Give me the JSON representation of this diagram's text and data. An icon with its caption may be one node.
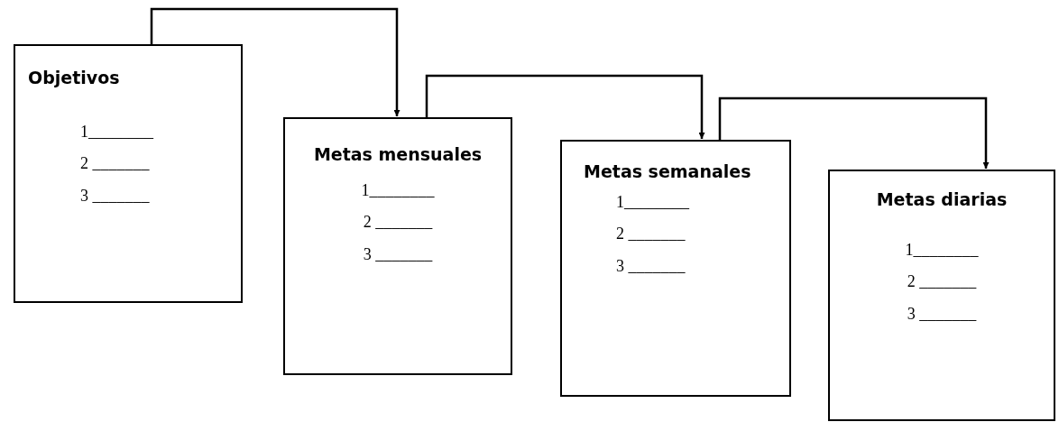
{
  "diagram": {
    "nodes": [
      {
        "text": [
          "Objetivos",
          "1________",
          "2 _______",
          "3 _______"
        ]
      },
      {
        "text": [
          "Metas mensuales",
          "1________",
          "2 _______",
          "3 _______"
        ]
      },
      {
        "text": [
          "Metas semanales",
          "1________",
          "2 _______",
          "3 _______"
        ]
      },
      {
        "text": [
          "Metas diarias",
          "1________",
          "2 _______",
          "3 _______"
        ]
      }
    ],
    "edges": [
      {
        "from": 0,
        "to": 1,
        "arrow": "to"
      },
      {
        "from": 1,
        "to": 2,
        "arrow": "to"
      },
      {
        "from": 2,
        "to": 3,
        "arrow": "to"
      }
    ]
  }
}
